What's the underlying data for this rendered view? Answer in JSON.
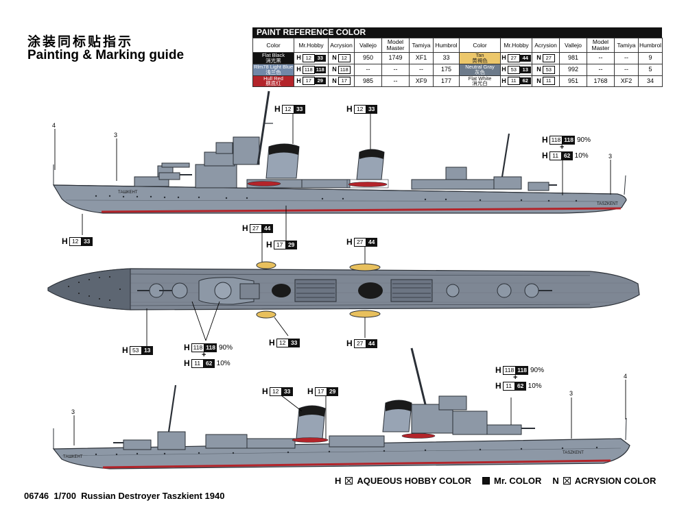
{
  "titles": {
    "cn": "涂装同标贴指示",
    "en": "Painting & Marking guide"
  },
  "paint_table": {
    "heading": "PAINT REFERENCE COLOR",
    "headers": [
      "Color",
      "Mr.Hobby",
      "Acrysion",
      "Vallejo",
      "Model Master",
      "Tamiya",
      "Humbrol"
    ],
    "left_rows": [
      {
        "name": "Flat Black",
        "cn": "消光黑",
        "h1": "12",
        "h2": "33",
        "n": "12",
        "vallejo": "950",
        "mm": "1749",
        "tamiya": "XF1",
        "humbrol": "33",
        "swatch": "black"
      },
      {
        "name": "Rlm78 Light Blue",
        "cn": "浅兰色",
        "h1": "118",
        "h2": "118",
        "n": "118",
        "vallejo": "--",
        "mm": "--",
        "tamiya": "--",
        "humbrol": "175",
        "swatch": "blue"
      },
      {
        "name": "Hull Red",
        "cn": "舰底红",
        "h1": "17",
        "h2": "29",
        "n": "17",
        "vallejo": "985",
        "mm": "--",
        "tamiya": "XF9",
        "humbrol": "177",
        "swatch": "red"
      }
    ],
    "right_rows": [
      {
        "name": "Tan",
        "cn": "黄褐色",
        "h1": "27",
        "h2": "44",
        "n": "27",
        "vallejo": "981",
        "mm": "--",
        "tamiya": "--",
        "humbrol": "9",
        "swatch": "tan"
      },
      {
        "name": "Neutral Gray",
        "cn": "灰色",
        "h1": "53",
        "h2": "13",
        "n": "53",
        "vallejo": "992",
        "mm": "--",
        "tamiya": "--",
        "humbrol": "5",
        "swatch": "gray"
      },
      {
        "name": "Flat White",
        "cn": "消光白",
        "h1": "11",
        "h2": "62",
        "n": "11",
        "vallejo": "951",
        "mm": "1768",
        "tamiya": "XF2",
        "humbrol": "34",
        "swatch": "white"
      }
    ]
  },
  "callouts": {
    "h": "H",
    "plus": "+",
    "pct90": "90%",
    "pct10": "10%",
    "black": {
      "a": "12",
      "b": "33"
    },
    "red": {
      "a": "17",
      "b": "29"
    },
    "tan": {
      "a": "27",
      "b": "44"
    },
    "gray": {
      "a": "53",
      "b": "13"
    },
    "blue": {
      "a": "118",
      "b": "118"
    },
    "white": {
      "a": "11",
      "b": "62"
    }
  },
  "markers": {
    "m3": "3",
    "m4": "4"
  },
  "hull_names": {
    "latin": "TASZKENT",
    "cyrillic": "ТАШКЕНТ"
  },
  "footer": {
    "code": "06746",
    "scale": "1/700",
    "name": "Russian Destroyer Taszkient 1940"
  },
  "legend": {
    "h": "H",
    "aqueous": "AQUEOUS HOBBY COLOR",
    "mr": "Mr. COLOR",
    "n": "N",
    "acrysion": "ACRYSION COLOR"
  },
  "colors": {
    "hull": "#8d98a6",
    "deck": "#7c8592",
    "hull_red": "#b3242a",
    "tan": "#e8c05d",
    "black": "#1a1a1a",
    "light_blue": "#7188a8",
    "funnel": "#98a4b4"
  }
}
